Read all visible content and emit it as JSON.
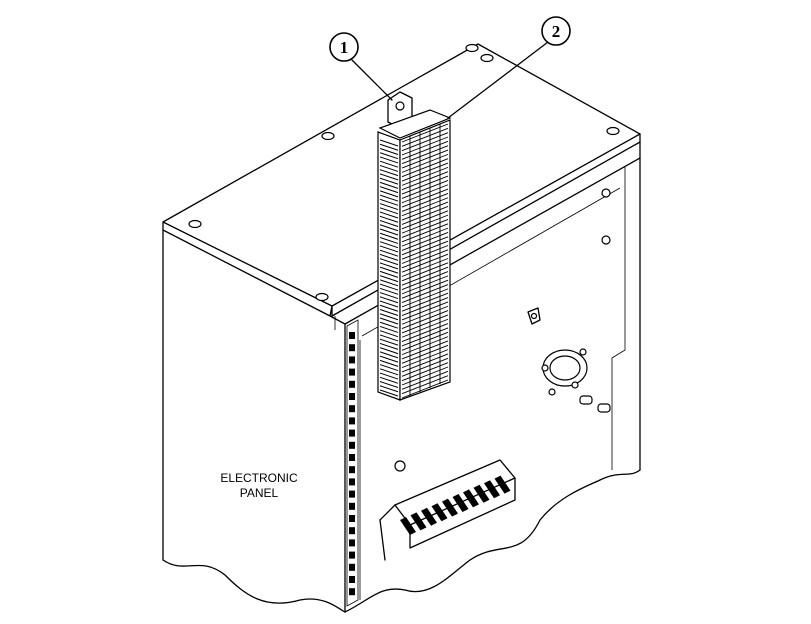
{
  "callouts": [
    {
      "id": "1",
      "label": "1"
    },
    {
      "id": "2",
      "label": "2"
    }
  ],
  "panel_label": {
    "line1": "ELECTRONIC",
    "line2": "PANEL"
  },
  "colors": {
    "ink": "#000000",
    "paper": "#ffffff"
  }
}
